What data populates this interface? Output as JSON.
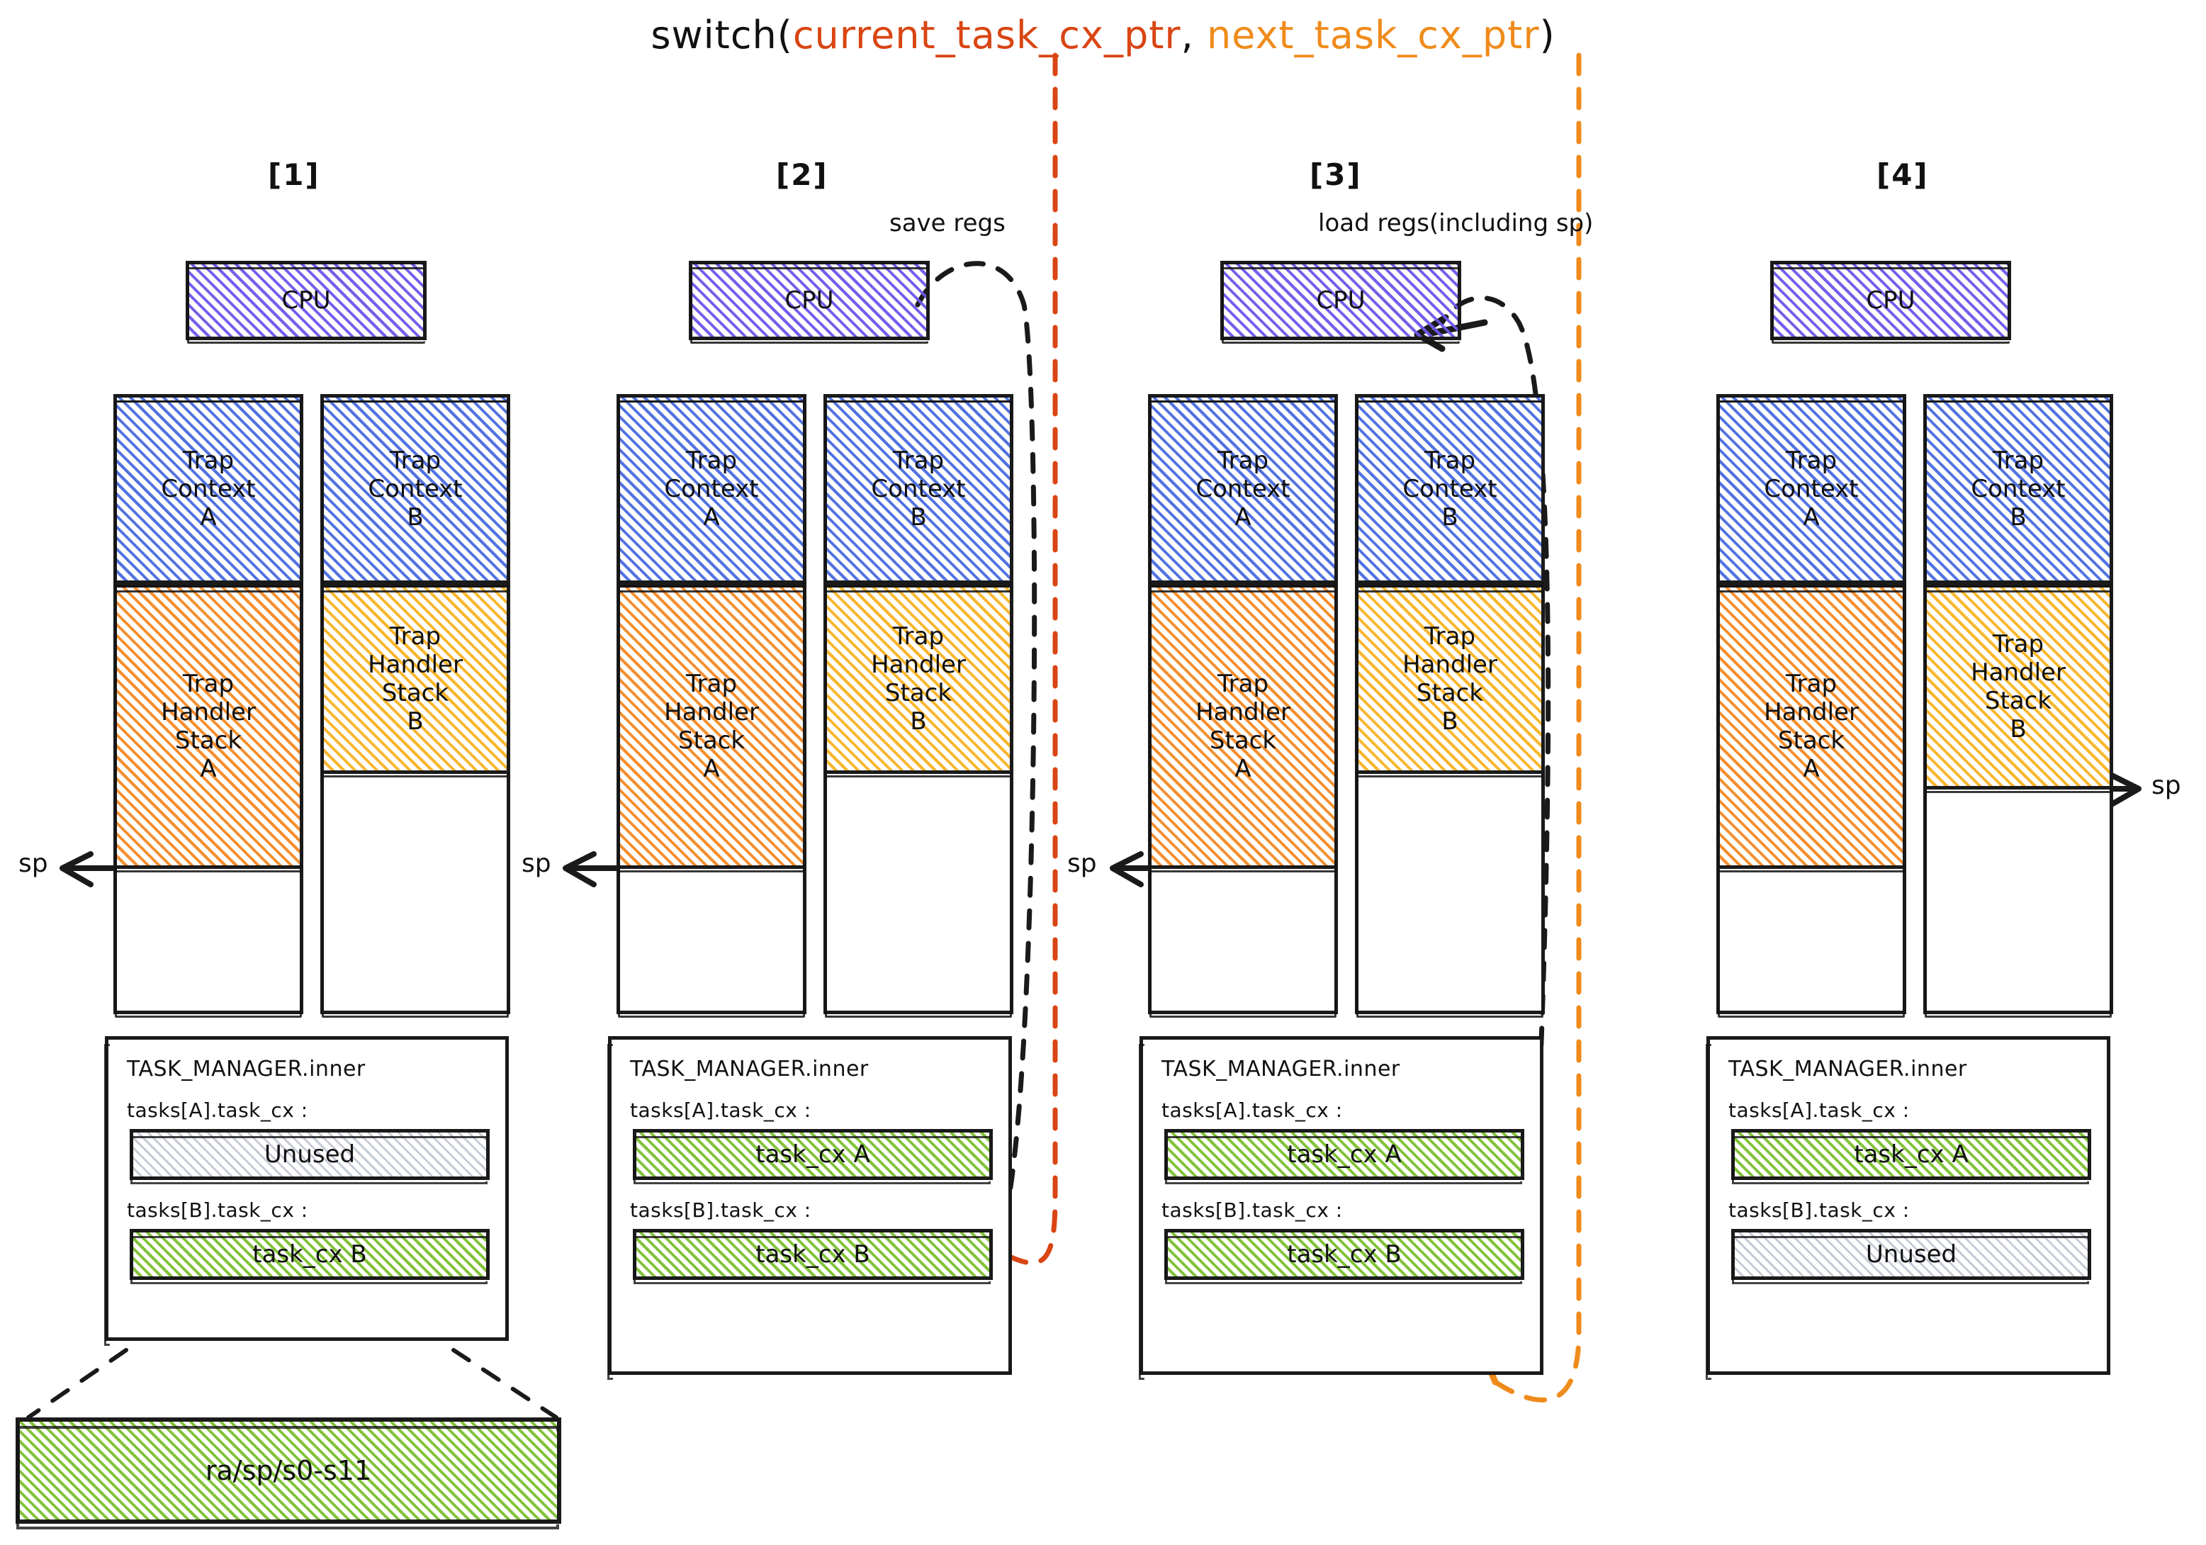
{
  "title": {
    "prefix": "switch(",
    "arg1": "current_task_cx_ptr",
    "comma": ", ",
    "arg2": "next_task_cx_ptr",
    "suffix": ")"
  },
  "colors": {
    "cpu": "#6E55EB",
    "trap_context": "#4064DE",
    "trap_handler_stack_a": "#F48924",
    "trap_handler_stack_b": "#FAB222",
    "task_cx_used": "#7CC030",
    "task_cx_unused": "#96A0B2",
    "current_ptr": "#D94513",
    "next_ptr": "#EF8B1B",
    "stroke": "#1A1A1A"
  },
  "annotations": {
    "save_regs": "save regs",
    "load_regs": "load regs(including sp)"
  },
  "labels": {
    "cpu": "CPU",
    "trap_context_a": "Trap\nContext\nA",
    "trap_context_b": "Trap\nContext\nB",
    "trap_handler_stack_a": "Trap\nHandler\nStack\nA",
    "trap_handler_stack_b": "Trap\nHandler\nStack\nB",
    "sp": "sp",
    "task_manager_inner": "TASK_MANAGER.inner",
    "tasks_a_key": "tasks[A].task_cx :",
    "tasks_b_key": "tasks[B].task_cx :",
    "task_cx_a": "task_cx A",
    "task_cx_b": "task_cx B",
    "unused": "Unused",
    "callout": "ra/sp/s0-s11"
  },
  "steps": [
    {
      "id": "step-1",
      "header": "[1]",
      "cpu": "CPU",
      "stack_a": {
        "trap_context": "Trap\nContext\nA",
        "handler_stack": "Trap\nHandler\nStack\nA",
        "handler_fill": "orange",
        "handler_height_pct": 48,
        "sp_here": true,
        "sp_side": "left"
      },
      "stack_b": {
        "trap_context": "Trap\nContext\nB",
        "handler_stack": "Trap\nHandler\nStack\nB",
        "handler_fill": "yellow",
        "handler_height_pct": 32,
        "sp_here": false
      },
      "task_manager": {
        "title": "TASK_MANAGER.inner",
        "rows": [
          {
            "key": "tasks[A].task_cx :",
            "value": "Unused",
            "state": "unused"
          },
          {
            "key": "tasks[B].task_cx :",
            "value": "task_cx B",
            "state": "used"
          }
        ]
      }
    },
    {
      "id": "step-2",
      "header": "[2]",
      "cpu": "CPU",
      "stack_a": {
        "trap_context": "Trap\nContext\nA",
        "handler_stack": "Trap\nHandler\nStack\nA",
        "handler_fill": "orange",
        "handler_height_pct": 48,
        "sp_here": true,
        "sp_side": "left"
      },
      "stack_b": {
        "trap_context": "Trap\nContext\nB",
        "handler_stack": "Trap\nHandler\nStack\nB",
        "handler_fill": "yellow",
        "handler_height_pct": 32,
        "sp_here": false
      },
      "task_manager": {
        "title": "TASK_MANAGER.inner",
        "rows": [
          {
            "key": "tasks[A].task_cx :",
            "value": "task_cx A",
            "state": "used"
          },
          {
            "key": "tasks[B].task_cx :",
            "value": "task_cx B",
            "state": "used"
          }
        ]
      }
    },
    {
      "id": "step-3",
      "header": "[3]",
      "cpu": "CPU",
      "stack_a": {
        "trap_context": "Trap\nContext\nA",
        "handler_stack": "Trap\nHandler\nStack\nA",
        "handler_fill": "orange",
        "handler_height_pct": 48,
        "sp_here": true,
        "sp_side": "left"
      },
      "stack_b": {
        "trap_context": "Trap\nContext\nB",
        "handler_stack": "Trap\nHandler\nStack\nB",
        "handler_fill": "yellow",
        "handler_height_pct": 32,
        "sp_here": false
      },
      "task_manager": {
        "title": "TASK_MANAGER.inner",
        "rows": [
          {
            "key": "tasks[A].task_cx :",
            "value": "task_cx A",
            "state": "used"
          },
          {
            "key": "tasks[B].task_cx :",
            "value": "task_cx B",
            "state": "used"
          }
        ]
      }
    },
    {
      "id": "step-4",
      "header": "[4]",
      "cpu": "CPU",
      "stack_a": {
        "trap_context": "Trap\nContext\nA",
        "handler_stack": "Trap\nHandler\nStack\nA",
        "handler_fill": "orange",
        "handler_height_pct": 48,
        "sp_here": false
      },
      "stack_b": {
        "trap_context": "Trap\nContext\nB",
        "handler_stack": "Trap\nHandler\nStack\nB",
        "handler_fill": "yellow",
        "handler_height_pct": 32,
        "sp_here": true,
        "sp_side": "right"
      },
      "task_manager": {
        "title": "TASK_MANAGER.inner",
        "rows": [
          {
            "key": "tasks[A].task_cx :",
            "value": "task_cx A",
            "state": "used"
          },
          {
            "key": "tasks[B].task_cx :",
            "value": "Unused",
            "state": "unused"
          }
        ]
      }
    }
  ],
  "callout": {
    "text": "ra/sp/s0-s11",
    "source": "task_cx B"
  }
}
